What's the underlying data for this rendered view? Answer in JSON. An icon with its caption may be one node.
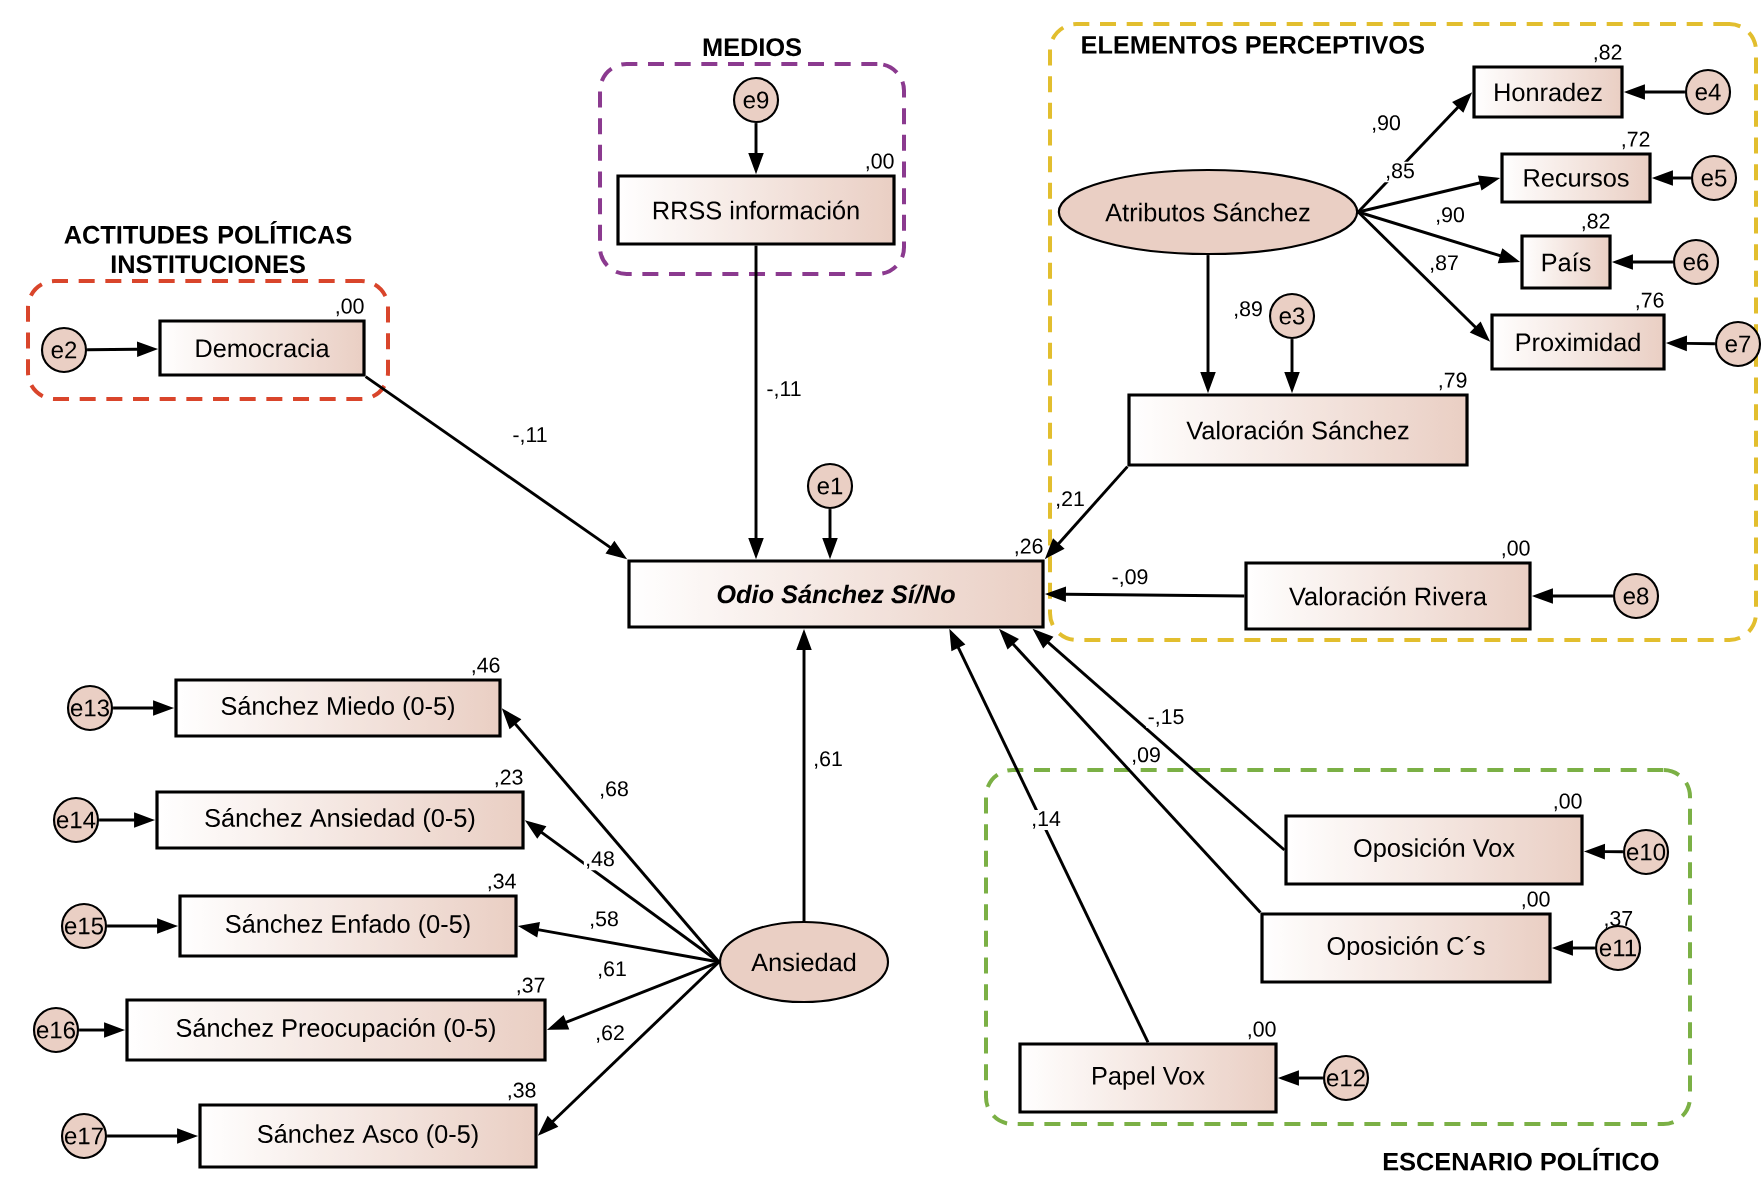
{
  "diagram": {
    "nodes": [
      {
        "text": [
          "ACTITUDES POLÍTICAS INSTITUCIONES"
        ]
      },
      {
        "text": [
          "e2"
        ],
        "in": 0
      },
      {
        "text": [
          "Democracia"
        ],
        "in": 0,
        "beside": [
          ",00"
        ]
      },
      {
        "text": [
          "MEDIOS"
        ]
      },
      {
        "text": [
          "e9"
        ],
        "in": 3
      },
      {
        "text": [
          "RRSS información"
        ],
        "in": 3,
        "beside": [
          ",00"
        ]
      },
      {
        "text": [
          "ELEMENTOS PERCEPTIVOS"
        ]
      },
      {
        "text": [
          "Atributos Sánchez"
        ],
        "in": 6
      },
      {
        "text": [
          "Honradez"
        ],
        "in": 6,
        "beside": [
          ",82"
        ]
      },
      {
        "text": [
          "e4"
        ],
        "in": 6
      },
      {
        "text": [
          "Recursos"
        ],
        "in": 6,
        "beside": [
          ",72"
        ]
      },
      {
        "text": [
          "e5"
        ],
        "in": 6
      },
      {
        "text": [
          "País"
        ],
        "in": 6,
        "beside": [
          ",82"
        ]
      },
      {
        "text": [
          "e6"
        ],
        "in": 6
      },
      {
        "text": [
          "Proximidad"
        ],
        "in": 6,
        "beside": [
          ",76"
        ]
      },
      {
        "text": [
          "e7"
        ],
        "in": 6
      },
      {
        "text": [
          "e3"
        ],
        "in": 6
      },
      {
        "text": [
          "Valoración Sánchez"
        ],
        "in": 6,
        "beside": [
          ",79"
        ]
      },
      {
        "text": [
          "e1"
        ]
      },
      {
        "text": [
          "Odio Sánchez Sí/No"
        ],
        "beside": [
          ",26"
        ]
      },
      {
        "text": [
          "Valoración Rivera"
        ],
        "in": 6,
        "beside": [
          ",00"
        ]
      },
      {
        "text": [
          "e8"
        ],
        "in": 6
      },
      {
        "text": [
          "Sánchez Miedo (0-5)"
        ],
        "beside": [
          ",46"
        ]
      },
      {
        "text": [
          "e13"
        ]
      },
      {
        "text": [
          "Sánchez Ansiedad (0-5)"
        ],
        "beside": [
          ",23"
        ]
      },
      {
        "text": [
          "e14"
        ]
      },
      {
        "text": [
          "Sánchez Enfado (0-5)"
        ],
        "beside": [
          ",34"
        ]
      },
      {
        "text": [
          "e15"
        ]
      },
      {
        "text": [
          "Sánchez Preocupación (0-5)"
        ],
        "beside": [
          ",37"
        ]
      },
      {
        "text": [
          "e16"
        ]
      },
      {
        "text": [
          "Sánchez Asco (0-5)"
        ],
        "beside": [
          ",38"
        ]
      },
      {
        "text": [
          "e17"
        ]
      },
      {
        "text": [
          "Ansiedad"
        ]
      },
      {
        "text": [
          "ESCENARIO POLÍTICO"
        ]
      },
      {
        "text": [
          "Oposición Vox"
        ],
        "in": 33,
        "beside": [
          ",00"
        ]
      },
      {
        "text": [
          "e10"
        ],
        "in": 33
      },
      {
        "text": [
          "Oposición C´s"
        ],
        "in": 33,
        "beside": [
          ",00"
        ]
      },
      {
        "text": [
          "e11"
        ],
        "in": 33,
        "beside": [
          ",37"
        ]
      },
      {
        "text": [
          "Papel Vox"
        ],
        "in": 33,
        "beside": [
          ",00"
        ]
      },
      {
        "text": [
          "e12"
        ],
        "in": 33
      }
    ],
    "edges": [
      {
        "from": 1,
        "to": 2,
        "arrow": "to"
      },
      {
        "from": 2,
        "to": 19,
        "arrow": "to",
        "label": "-,11"
      },
      {
        "from": 4,
        "to": 5,
        "arrow": "to"
      },
      {
        "from": 5,
        "to": 19,
        "arrow": "to",
        "label": "-,11"
      },
      {
        "from": 7,
        "to": 8,
        "arrow": "to",
        "label": ",90"
      },
      {
        "from": 7,
        "to": 10,
        "arrow": "to",
        "label": ",85"
      },
      {
        "from": 7,
        "to": 12,
        "arrow": "to",
        "label": ",90"
      },
      {
        "from": 7,
        "to": 14,
        "arrow": "to",
        "label": ",87"
      },
      {
        "from": 9,
        "to": 8,
        "arrow": "to"
      },
      {
        "from": 11,
        "to": 10,
        "arrow": "to"
      },
      {
        "from": 13,
        "to": 12,
        "arrow": "to"
      },
      {
        "from": 15,
        "to": 14,
        "arrow": "to"
      },
      {
        "from": 7,
        "to": 17,
        "arrow": "to",
        "label": ",89"
      },
      {
        "from": 16,
        "to": 17,
        "arrow": "to"
      },
      {
        "from": 17,
        "to": 19,
        "arrow": "to",
        "label": ",21"
      },
      {
        "from": 18,
        "to": 19,
        "arrow": "to"
      },
      {
        "from": 20,
        "to": 19,
        "arrow": "to",
        "label": "-,09"
      },
      {
        "from": 21,
        "to": 20,
        "arrow": "to"
      },
      {
        "from": 32,
        "to": 19,
        "arrow": "to",
        "label": ",61"
      },
      {
        "from": 32,
        "to": 22,
        "arrow": "to",
        "label": ",68"
      },
      {
        "from": 32,
        "to": 24,
        "arrow": "to",
        "label": ",48"
      },
      {
        "from": 32,
        "to": 26,
        "arrow": "to",
        "label": ",58"
      },
      {
        "from": 32,
        "to": 28,
        "arrow": "to",
        "label": ",61"
      },
      {
        "from": 32,
        "to": 30,
        "arrow": "to",
        "label": ",62"
      },
      {
        "from": 23,
        "to": 22,
        "arrow": "to"
      },
      {
        "from": 25,
        "to": 24,
        "arrow": "to"
      },
      {
        "from": 27,
        "to": 26,
        "arrow": "to"
      },
      {
        "from": 29,
        "to": 28,
        "arrow": "to"
      },
      {
        "from": 31,
        "to": 30,
        "arrow": "to"
      },
      {
        "from": 34,
        "to": 19,
        "arrow": "to",
        "label": "-,15"
      },
      {
        "from": 36,
        "to": 19,
        "arrow": "to",
        "label": ",09"
      },
      {
        "from": 38,
        "to": 19,
        "arrow": "to",
        "label": ",14"
      },
      {
        "from": 35,
        "to": 34,
        "arrow": "to"
      },
      {
        "from": 37,
        "to": 36,
        "arrow": "to"
      },
      {
        "from": 39,
        "to": 38,
        "arrow": "to"
      }
    ]
  }
}
